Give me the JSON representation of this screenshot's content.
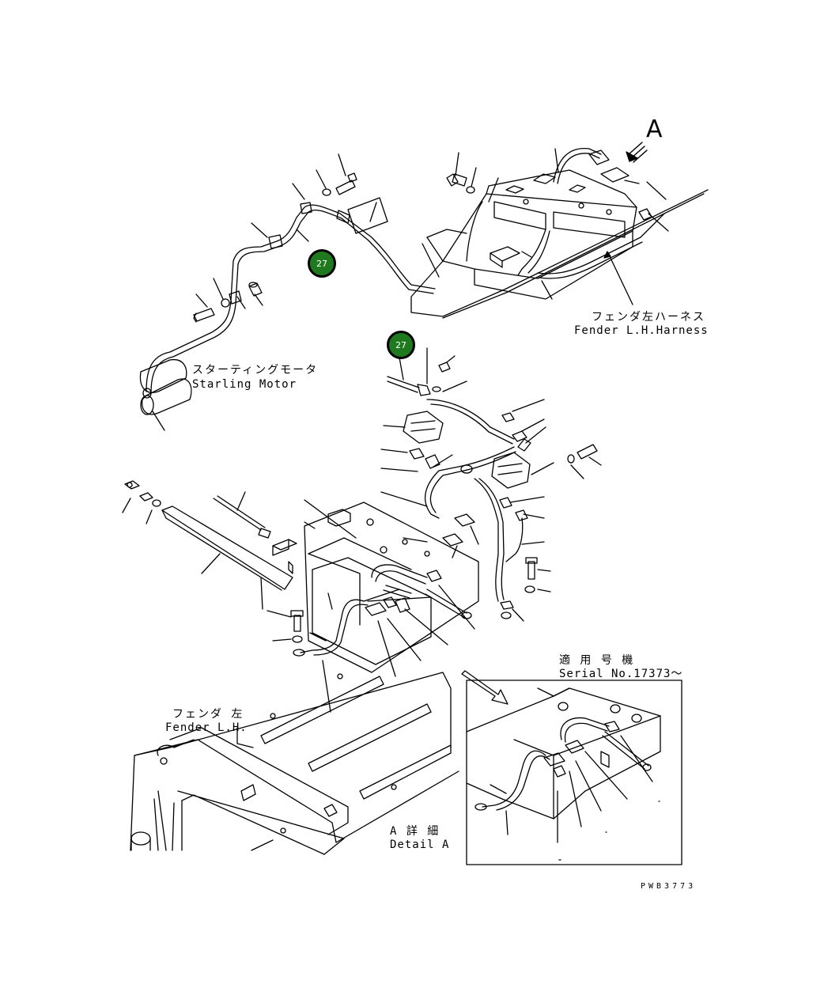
{
  "view_letter": "A",
  "callouts": [
    {
      "text": "27"
    },
    {
      "text": "27"
    }
  ],
  "labels": {
    "fender_harness_jp": "フェンダ左ハーネス",
    "fender_harness_en": "Fender L.H.Harness",
    "starting_motor_jp": "スターティングモータ",
    "starting_motor_en": "Starling Motor",
    "serial_jp": "適 用 号 機",
    "serial_en": "Serial No.17373～",
    "fender_jp": "フェンダ 左",
    "fender_en": "Fender L.H.",
    "detail_jp": "A 詳 細",
    "detail_en": "Detail A"
  },
  "drawing_code": "PWB3773",
  "colors": {
    "callout_fill": "#1f7a1f",
    "line": "#000000"
  }
}
